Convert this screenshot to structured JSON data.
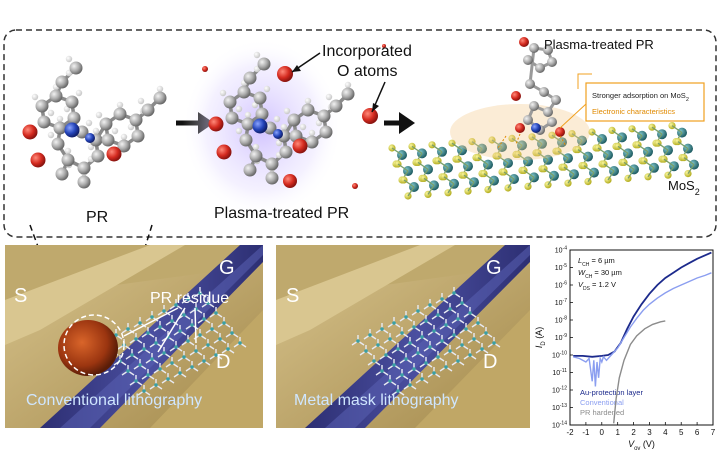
{
  "top_panel": {
    "pr_label": "PR",
    "plasma_label": "Plasma-treated PR",
    "incorporated_line1": "Incorporated",
    "incorporated_line2": "O atoms",
    "plasma_label_right": "Plasma-treated PR",
    "callout_line1": "Stronger adsorption on MoS",
    "callout_sub": "2",
    "callout_line2": "Electronic characteristics",
    "mos2_label": "MoS",
    "mos2_sub": "2"
  },
  "device_left": {
    "s_label": "S",
    "g_label": "G",
    "d_label": "D",
    "residue_label": "PR residue",
    "caption": "Conventional lithography"
  },
  "device_right": {
    "s_label": "S",
    "g_label": "G",
    "d_label": "D",
    "caption": "Metal mask lithography"
  },
  "colors": {
    "gold": "#c9ad6e",
    "channel_blue": "#3d3f86",
    "oxygen_red": "#d42a1f",
    "nitrogen_blue": "#2343b8",
    "carbon_gray": "#a9a9a9",
    "mo_teal": "#2e7f86",
    "s_yellow": "#d8d43a",
    "caption_blue": "#cfe6ff",
    "callout_orange": "#f0a020"
  },
  "chart_data": {
    "type": "line",
    "xlabel": "V",
    "xlabel_sub": "ov",
    "xlabel_unit": " (V)",
    "ylabel": "I",
    "ylabel_sub": "D",
    "ylabel_unit": " (A)",
    "xlim": [
      -2,
      7
    ],
    "ylim_exp": [
      -14,
      -4
    ],
    "log_y": true,
    "x_ticks": [
      "-2",
      "-1",
      "0",
      "1",
      "2",
      "3",
      "4",
      "5",
      "6",
      "7"
    ],
    "y_ticks": [
      {
        "base": "10",
        "exp": "-4",
        "v": -4
      },
      {
        "base": "10",
        "exp": "-5",
        "v": -5
      },
      {
        "base": "10",
        "exp": "-6",
        "v": -6
      },
      {
        "base": "10",
        "exp": "-7",
        "v": -7
      },
      {
        "base": "10",
        "exp": "-8",
        "v": -8
      },
      {
        "base": "10",
        "exp": "-9",
        "v": -9
      },
      {
        "base": "10",
        "exp": "-10",
        "v": -10
      },
      {
        "base": "10",
        "exp": "-11",
        "v": -11
      },
      {
        "base": "10",
        "exp": "-12",
        "v": -12
      },
      {
        "base": "10",
        "exp": "-13",
        "v": -13
      },
      {
        "base": "10",
        "exp": "-14",
        "v": -14
      }
    ],
    "params": [
      {
        "sym": "L",
        "sub": "CH",
        "val": " = 6 µm"
      },
      {
        "sym": "W",
        "sub": "CH",
        "val": " = 30 µm"
      },
      {
        "sym": "V",
        "sub": "DS",
        "val": " = 1.2 V"
      }
    ],
    "legend_placement": "bottom-left",
    "series": [
      {
        "name": "Au-protection layer",
        "color": "#1c2a8c",
        "points": [
          [
            -1.8,
            -10.05
          ],
          [
            -1.2,
            -10.05
          ],
          [
            -0.6,
            -10.1
          ],
          [
            0,
            -10.05
          ],
          [
            0.4,
            -10.0
          ],
          [
            0.8,
            -9.8
          ],
          [
            1.2,
            -9.3
          ],
          [
            1.6,
            -8.5
          ],
          [
            2.0,
            -7.8
          ],
          [
            2.5,
            -7.1
          ],
          [
            3.0,
            -6.5
          ],
          [
            3.5,
            -6.0
          ],
          [
            4.0,
            -5.6
          ],
          [
            4.5,
            -5.3
          ],
          [
            5.0,
            -5.0
          ],
          [
            5.5,
            -4.75
          ],
          [
            6.0,
            -4.5
          ],
          [
            6.5,
            -4.3
          ],
          [
            6.9,
            -4.15
          ]
        ]
      },
      {
        "name": "Conventional",
        "color": "#8b9ef0",
        "points": [
          [
            -1.8,
            -10.1
          ],
          [
            -1.4,
            -10.2
          ],
          [
            -1.0,
            -10.4
          ],
          [
            -0.8,
            -10.2
          ],
          [
            -0.6,
            -11.5
          ],
          [
            -0.5,
            -10.3
          ],
          [
            -0.4,
            -11.8
          ],
          [
            -0.3,
            -10.4
          ],
          [
            -0.2,
            -11.3
          ],
          [
            -0.1,
            -10.2
          ],
          [
            0,
            -10.4
          ],
          [
            0.1,
            -10.1
          ],
          [
            0.3,
            -10.3
          ],
          [
            0.6,
            -10.0
          ],
          [
            1.0,
            -9.6
          ],
          [
            1.4,
            -9.0
          ],
          [
            1.8,
            -8.4
          ],
          [
            2.2,
            -7.9
          ],
          [
            2.6,
            -7.45
          ],
          [
            3.0,
            -7.1
          ],
          [
            3.5,
            -6.75
          ],
          [
            4.0,
            -6.45
          ],
          [
            4.5,
            -6.2
          ],
          [
            5.0,
            -6.0
          ],
          [
            5.5,
            -5.8
          ],
          [
            6.0,
            -5.6
          ],
          [
            6.5,
            -5.45
          ],
          [
            6.9,
            -5.3
          ]
        ]
      },
      {
        "name": "PR hardened",
        "color": "#8c8c8c",
        "points": [
          [
            0.75,
            -13.9
          ],
          [
            0.9,
            -12.5
          ],
          [
            1.1,
            -11.3
          ],
          [
            1.4,
            -10.3
          ],
          [
            1.8,
            -9.4
          ],
          [
            2.2,
            -8.9
          ],
          [
            2.7,
            -8.5
          ],
          [
            3.2,
            -8.25
          ],
          [
            3.7,
            -8.1
          ],
          [
            4.0,
            -8.05
          ]
        ]
      }
    ]
  }
}
